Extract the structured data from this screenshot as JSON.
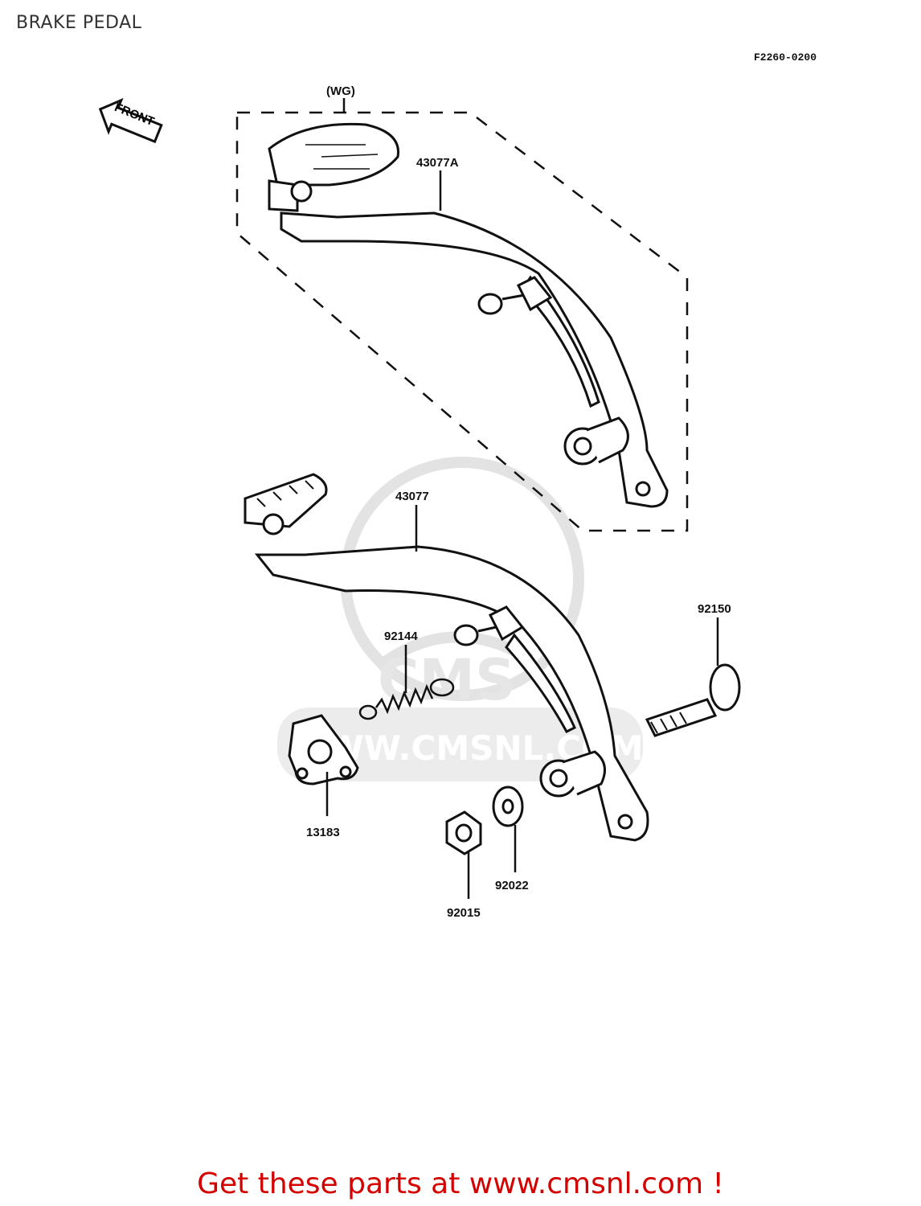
{
  "header": {
    "title": "BRAKE PEDAL",
    "drawing_code": "F2260-0200"
  },
  "diagram": {
    "front_arrow_label": "FRONT",
    "variant_label": "(WG)",
    "watermark": "WWW.CMSNL.COM",
    "watermark_logo": "CMS",
    "parts": [
      {
        "number": "43077A"
      },
      {
        "number": "43077"
      },
      {
        "number": "92144"
      },
      {
        "number": "92150"
      },
      {
        "number": "13183"
      },
      {
        "number": "92015"
      },
      {
        "number": "92022"
      }
    ]
  },
  "footer": {
    "cta": "Get these parts at www.cmsnl.com !"
  },
  "colors": {
    "accent": "#d40000",
    "line": "#111111",
    "watermark": "#e3e3e3"
  }
}
